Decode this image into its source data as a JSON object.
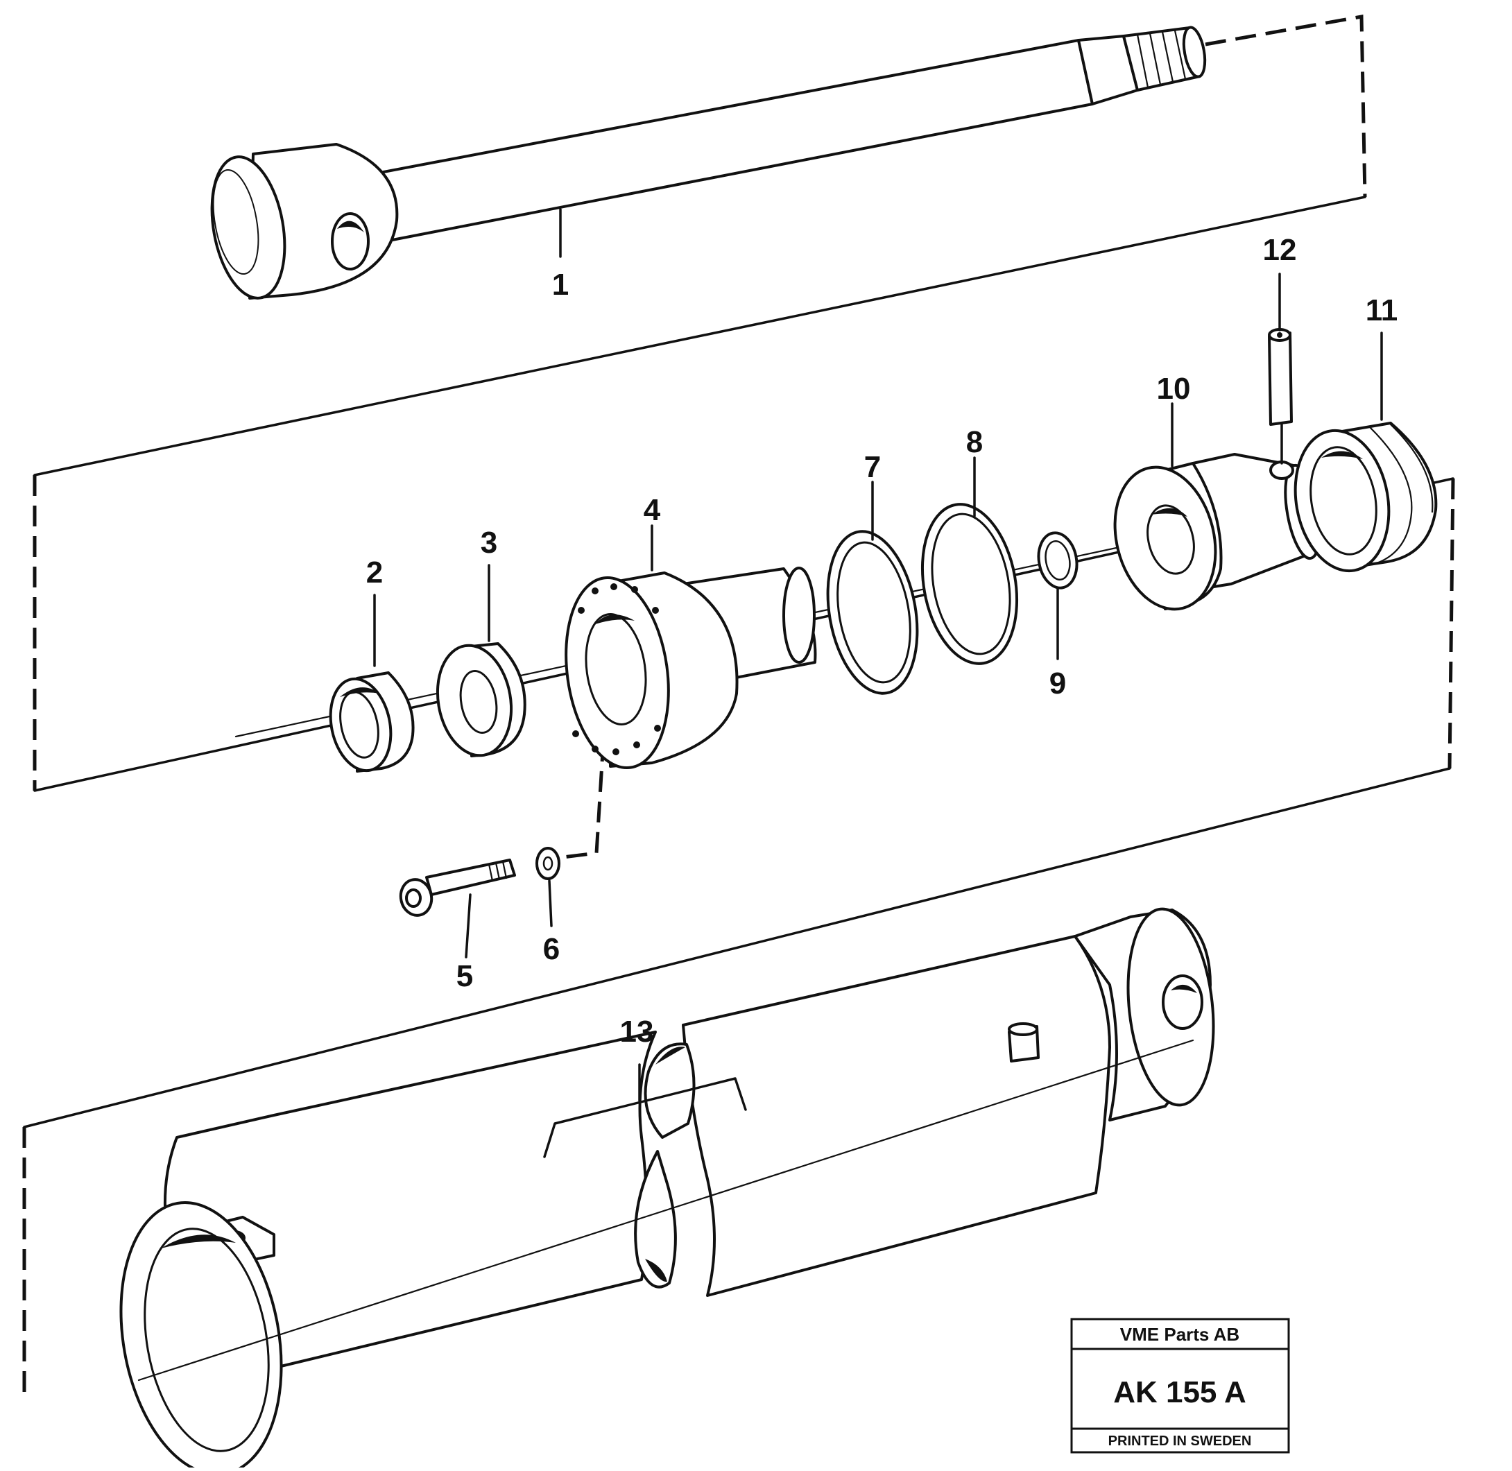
{
  "callouts": {
    "c1": "1",
    "c2": "2",
    "c3": "3",
    "c4": "4",
    "c5": "5",
    "c6": "6",
    "c7": "7",
    "c8": "8",
    "c9": "9",
    "c10": "10",
    "c11": "11",
    "c12": "12",
    "c13": "13"
  },
  "title_block": {
    "company": "VME Parts AB",
    "code": "AK 155 A",
    "footer": "PRINTED IN SWEDEN"
  }
}
